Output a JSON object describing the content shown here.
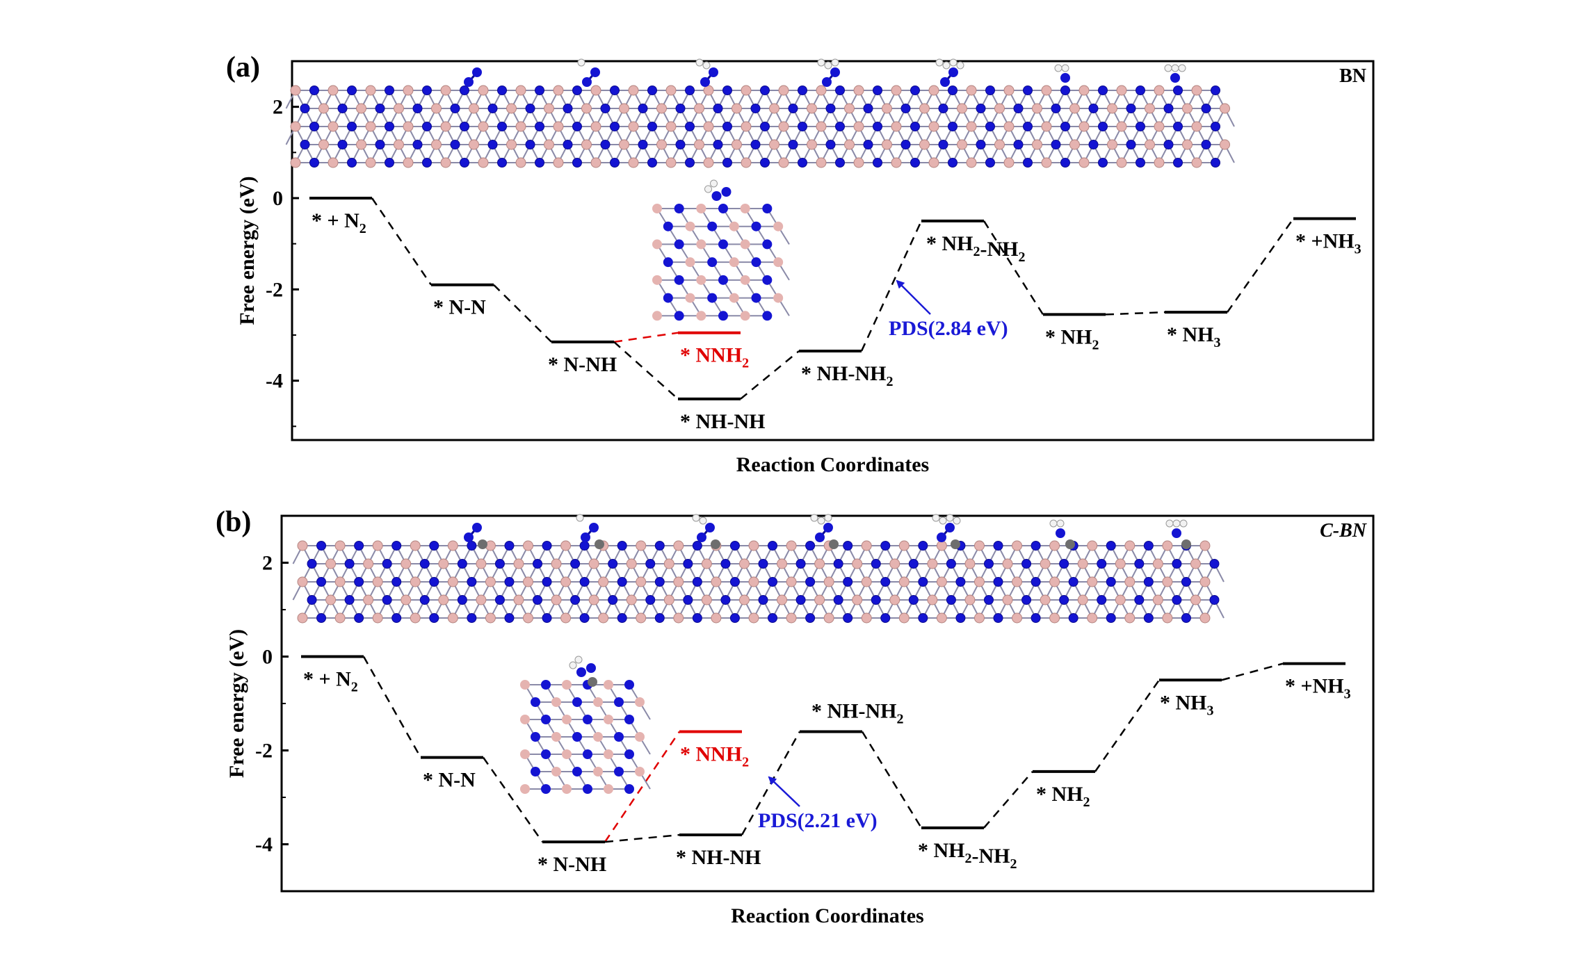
{
  "colors": {
    "black": "#000000",
    "red": "#e00000",
    "blue": "#1a1ad6",
    "boron": "#e5b3b0",
    "nitrogen": "#1414d2",
    "carbon": "#6e6e6e",
    "hydrogen": "#f2f2f2"
  },
  "chart_data": [
    {
      "type": "energy-profile",
      "panel_label": "(a)",
      "material": "BN",
      "material_italic": false,
      "xlabel": "Reaction Coordinates",
      "ylabel": "Free energy (eV)",
      "ylim": [
        -5.3,
        3.0
      ],
      "yticks": [
        2,
        0,
        -2,
        -4
      ],
      "levels": [
        {
          "id": "s1",
          "label": "* + N2",
          "energy": 0.0,
          "slot": 0,
          "color": "black"
        },
        {
          "id": "s2",
          "label": "* N-N",
          "energy": -1.9,
          "slot": 1,
          "color": "black"
        },
        {
          "id": "s3",
          "label": "* N-NH",
          "energy": -3.15,
          "slot": 2,
          "color": "black"
        },
        {
          "id": "s4",
          "label": "* NNH2",
          "energy": -2.95,
          "slot": 3,
          "color": "red"
        },
        {
          "id": "s5",
          "label": "* NH-NH",
          "energy": -4.4,
          "slot": 3,
          "color": "black"
        },
        {
          "id": "s6",
          "label": "* NH-NH2",
          "energy": -3.35,
          "slot": 4,
          "color": "black"
        },
        {
          "id": "s7",
          "label": "* NH2-NH2",
          "energy": -0.5,
          "slot": 5,
          "color": "black"
        },
        {
          "id": "s8",
          "label": "* NH2",
          "energy": -2.55,
          "slot": 6,
          "color": "black"
        },
        {
          "id": "s9",
          "label": "* NH3",
          "energy": -2.5,
          "slot": 7,
          "color": "black"
        },
        {
          "id": "s10",
          "label": "* +NH3",
          "energy": -0.45,
          "slot": 8,
          "color": "black"
        }
      ],
      "connections": [
        [
          "s1",
          "s2",
          "black"
        ],
        [
          "s2",
          "s3",
          "black"
        ],
        [
          "s3",
          "s4",
          "red"
        ],
        [
          "s3",
          "s5",
          "black"
        ],
        [
          "s5",
          "s6",
          "black"
        ],
        [
          "s6",
          "s7",
          "black"
        ],
        [
          "s7",
          "s8",
          "black"
        ],
        [
          "s8",
          "s9",
          "black"
        ],
        [
          "s9",
          "s10",
          "black"
        ]
      ],
      "pds": {
        "label": "PDS(2.84 eV)",
        "value_ev": 2.84
      }
    },
    {
      "type": "energy-profile",
      "panel_label": "(b)",
      "material": "C-BN",
      "material_italic": true,
      "xlabel": "Reaction Coordinates",
      "ylabel": "Free energy (eV)",
      "ylim": [
        -5.0,
        3.0
      ],
      "yticks": [
        2,
        0,
        -2,
        -4
      ],
      "levels": [
        {
          "id": "s1",
          "label": "* + N2",
          "energy": 0.0,
          "slot": 0,
          "color": "black"
        },
        {
          "id": "s2",
          "label": "* N-N",
          "energy": -2.15,
          "slot": 1,
          "color": "black"
        },
        {
          "id": "s3",
          "label": "* N-NH",
          "energy": -3.95,
          "slot": 2,
          "color": "black"
        },
        {
          "id": "s4",
          "label": "* NNH2",
          "energy": -1.6,
          "slot": 3,
          "color": "red"
        },
        {
          "id": "s5",
          "label": "* NH-NH",
          "energy": -3.8,
          "slot": 3,
          "color": "black"
        },
        {
          "id": "s6",
          "label": "* NH-NH2",
          "energy": -1.6,
          "slot": 4,
          "color": "black"
        },
        {
          "id": "s7",
          "label": "* NH2-NH2",
          "energy": -3.65,
          "slot": 5,
          "color": "black"
        },
        {
          "id": "s8",
          "label": "* NH2",
          "energy": -2.45,
          "slot": 6,
          "color": "black"
        },
        {
          "id": "s9",
          "label": "* NH3",
          "energy": -0.5,
          "slot": 7,
          "color": "black"
        },
        {
          "id": "s10",
          "label": "* +NH3",
          "energy": -0.15,
          "slot": 8,
          "color": "black"
        }
      ],
      "connections": [
        [
          "s1",
          "s2",
          "black"
        ],
        [
          "s2",
          "s3",
          "black"
        ],
        [
          "s3",
          "s4",
          "red"
        ],
        [
          "s3",
          "s5",
          "black"
        ],
        [
          "s5",
          "s6",
          "black"
        ],
        [
          "s6",
          "s7",
          "black"
        ],
        [
          "s7",
          "s8",
          "black"
        ],
        [
          "s8",
          "s9",
          "black"
        ],
        [
          "s9",
          "s10",
          "black"
        ]
      ],
      "pds": {
        "label": "PDS(2.21 eV)",
        "value_ev": 2.21
      }
    }
  ]
}
